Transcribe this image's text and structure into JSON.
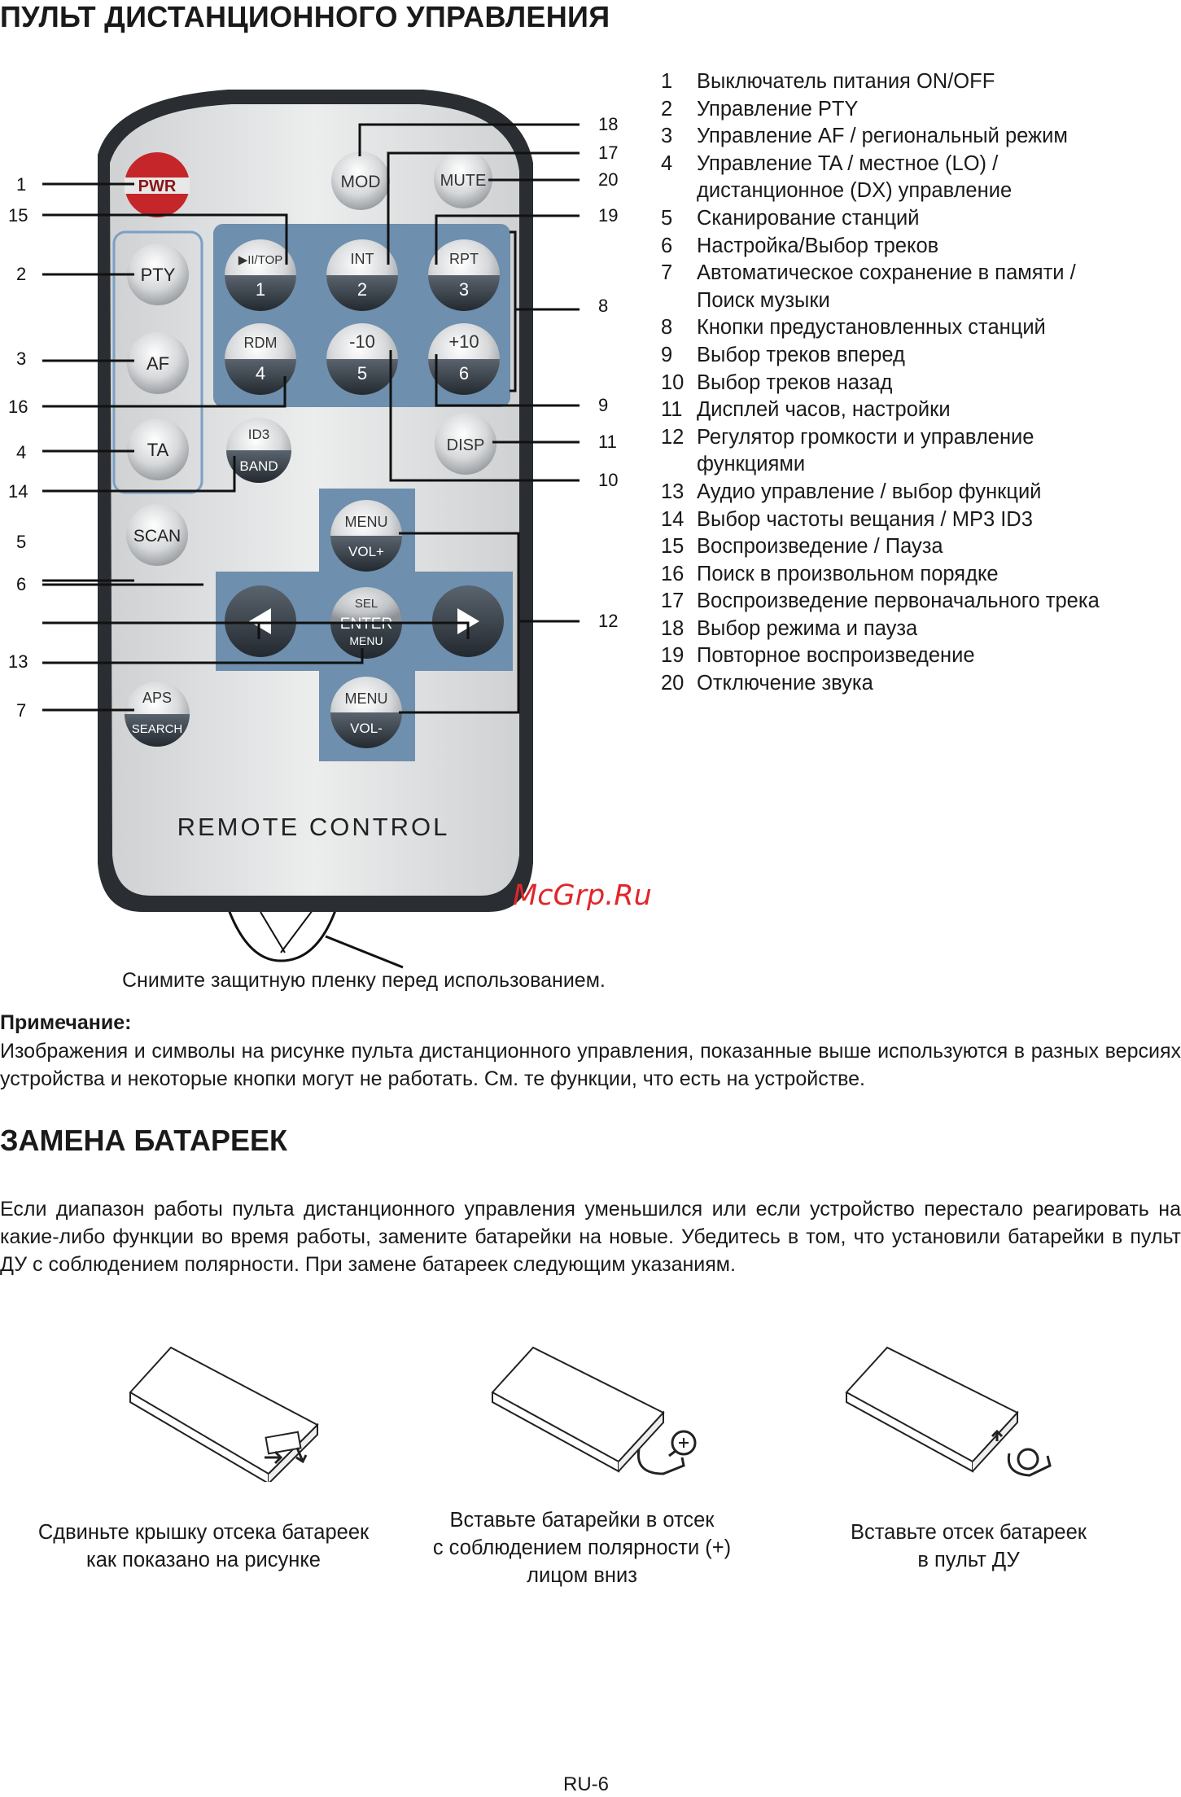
{
  "title": "ПУЛЬТ ДИСТАНЦИОННОГО УПРАВЛЕНИЯ",
  "remote": {
    "buttons": {
      "pwr": "PWR",
      "mod": "MOD",
      "mute": "MUTE",
      "pty": "PTY",
      "af": "AF",
      "ta": "TA",
      "play_top": "▶II/TOP",
      "play_num": "1",
      "int": "INT",
      "int_num": "2",
      "rpt": "RPT",
      "rpt_num": "3",
      "rdm": "RDM",
      "rdm_num": "4",
      "m10": "-10",
      "m10_num": "5",
      "p10": "+10",
      "p10_num": "6",
      "id3": "ID3",
      "band": "BAND",
      "disp": "DISP",
      "scan": "SCAN",
      "menu_up": "MENU",
      "vol_up": "VOL+",
      "sel": "SEL",
      "enter": "ENTER",
      "menu_mid": "MENU",
      "menu_down": "MENU",
      "vol_down": "VOL-",
      "aps": "APS",
      "search": "SEARCH"
    },
    "label": "REMOTE CONTROL",
    "callouts_left": [
      "1",
      "15",
      "2",
      "3",
      "16",
      "4",
      "14",
      "5",
      "6",
      "13",
      "7"
    ],
    "callouts_right": [
      "18",
      "17",
      "20",
      "19",
      "8",
      "9",
      "11",
      "10",
      "12"
    ]
  },
  "legend": [
    {
      "n": "1",
      "text": "Выключатель питания ON/OFF"
    },
    {
      "n": "2",
      "text": "Управление PTY"
    },
    {
      "n": "3",
      "text": "Управление AF / региональный режим"
    },
    {
      "n": "4",
      "text": "Управление TA / местное (LO) /",
      "cont": "дистанционное (DX) управление"
    },
    {
      "n": "5",
      "text": "Сканирование станций"
    },
    {
      "n": "6",
      "text": "Настройка/Выбор треков"
    },
    {
      "n": "7",
      "text": "Автоматическое сохранение в памяти /",
      "cont": "Поиск музыки"
    },
    {
      "n": "8",
      "text": "Кнопки предустановленных станций"
    },
    {
      "n": "9",
      "text": "Выбор треков вперед"
    },
    {
      "n": "10",
      "text": "Выбор треков назад"
    },
    {
      "n": "11",
      "text": "Дисплей часов, настройки"
    },
    {
      "n": "12",
      "text": "Регулятор громкости и управление",
      "cont": "функциями"
    },
    {
      "n": "13",
      "text": "Аудио управление / выбор функций"
    },
    {
      "n": "14",
      "text": "Выбор частоты вещания / MP3 ID3"
    },
    {
      "n": "15",
      "text": "Воспроизведение / Пауза"
    },
    {
      "n": "16",
      "text": "Поиск в произвольном порядке"
    },
    {
      "n": "17",
      "text": "Воспроизведение первоначального трека"
    },
    {
      "n": "18",
      "text": "Выбор режима и пауза"
    },
    {
      "n": "19",
      "text": "Повторное воспроизведение"
    },
    {
      "n": "20",
      "text": "Отключение звука"
    }
  ],
  "watermark": "McGrp.Ru",
  "caption": "Снимите защитную пленку перед использованием.",
  "note": {
    "title": "Примечание:",
    "text": "Изображения и символы на рисунке пульта дистанционного управления, показанные выше используются в разных версиях устройства и некоторые кнопки могут не работать. См. те функции, что есть на устройстве."
  },
  "battery": {
    "title": "ЗАМЕНА БАТАРЕЕК",
    "text": "Если диапазон работы пульта дистанционного управления уменьшился или если устройство перестало реагировать на какие-либо функции во время работы, замените батарейки на новые. Убедитесь в том, что установили батарейки в пульт ДУ с соблюдением полярности. При замене батареек следующим указаниям.",
    "steps": [
      {
        "line1": "Сдвиньте крышку отсека батареек",
        "line2": "как показано на рисунке"
      },
      {
        "line1": "Вставьте батарейки в отсек",
        "line2": "с соблюдением полярности (+)",
        "line3": "лицом вниз"
      },
      {
        "line1": "Вставьте отсек батареек",
        "line2": "в пульт ДУ"
      }
    ]
  },
  "page_number": "RU-6"
}
